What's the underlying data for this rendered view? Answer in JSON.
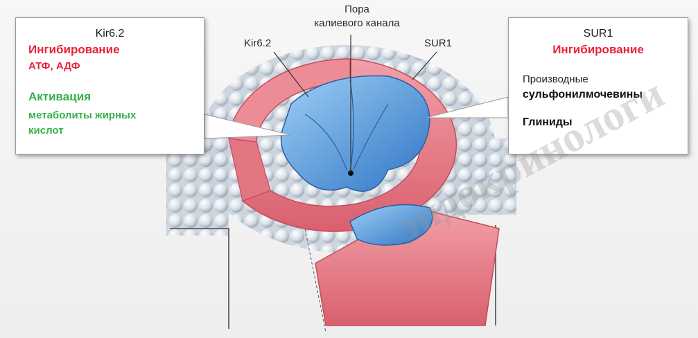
{
  "labels": {
    "pore_line1": "Пора",
    "pore_line2": "калиевого канала",
    "kir": "Kir6.2",
    "sur": "SUR1"
  },
  "left_box": {
    "title": "Kir6.2",
    "inhibition": "Ингибирование",
    "inhibitors": "АТФ, АДФ",
    "activation": "Активация",
    "activators": "метаболиты жирных кислот"
  },
  "right_box": {
    "title": "SUR1",
    "inhibition": "Ингибирование",
    "agent1_prefix": "Производные",
    "agent1": "сульфонилмочевины",
    "agent2": "Глиниды"
  },
  "watermark": "эндокринологи",
  "colors": {
    "inhibition": "#e8233a",
    "activation": "#36b24a",
    "sur_subunit": "#e8808c",
    "kir_subunit": "#4a8fd6",
    "membrane": "#d4dbe3"
  }
}
